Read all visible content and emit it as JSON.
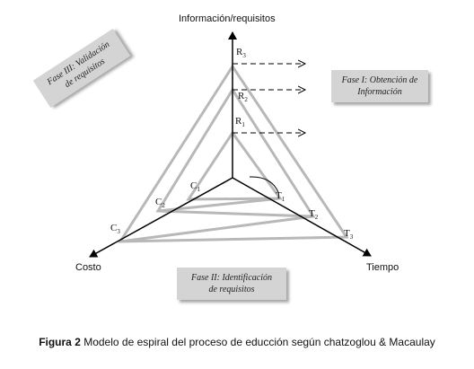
{
  "axes": {
    "info": "Información/requisitos",
    "cost": "Costo",
    "time": "Tiempo"
  },
  "phases": {
    "phase1": [
      "Fase I: Obtención de",
      "Información"
    ],
    "phase2": [
      "Fase II: Identificación",
      "de requisitos"
    ],
    "phase3": [
      "Fase III: Validación",
      "de requisitos"
    ]
  },
  "points": {
    "R1": {
      "main": "R",
      "sub": "1"
    },
    "R2": {
      "main": "R",
      "sub": "2"
    },
    "R3": {
      "main": "R",
      "sub": "3"
    },
    "C1": {
      "main": "C",
      "sub": "1"
    },
    "C2": {
      "main": "C",
      "sub": "2"
    },
    "C3": {
      "main": "C",
      "sub": "3"
    },
    "T1": {
      "main": "T",
      "sub": "1"
    },
    "T2": {
      "main": "T",
      "sub": "2"
    },
    "T3": {
      "main": "T",
      "sub": "3"
    }
  },
  "caption": {
    "label": "Figura 2",
    "text": " Modelo de espiral del proceso de educción según chatzoglou & Macaulay"
  },
  "colors": {
    "triangle": "#b8b8b8",
    "axis": "#000000",
    "phase_box": "#d4d4d4"
  }
}
